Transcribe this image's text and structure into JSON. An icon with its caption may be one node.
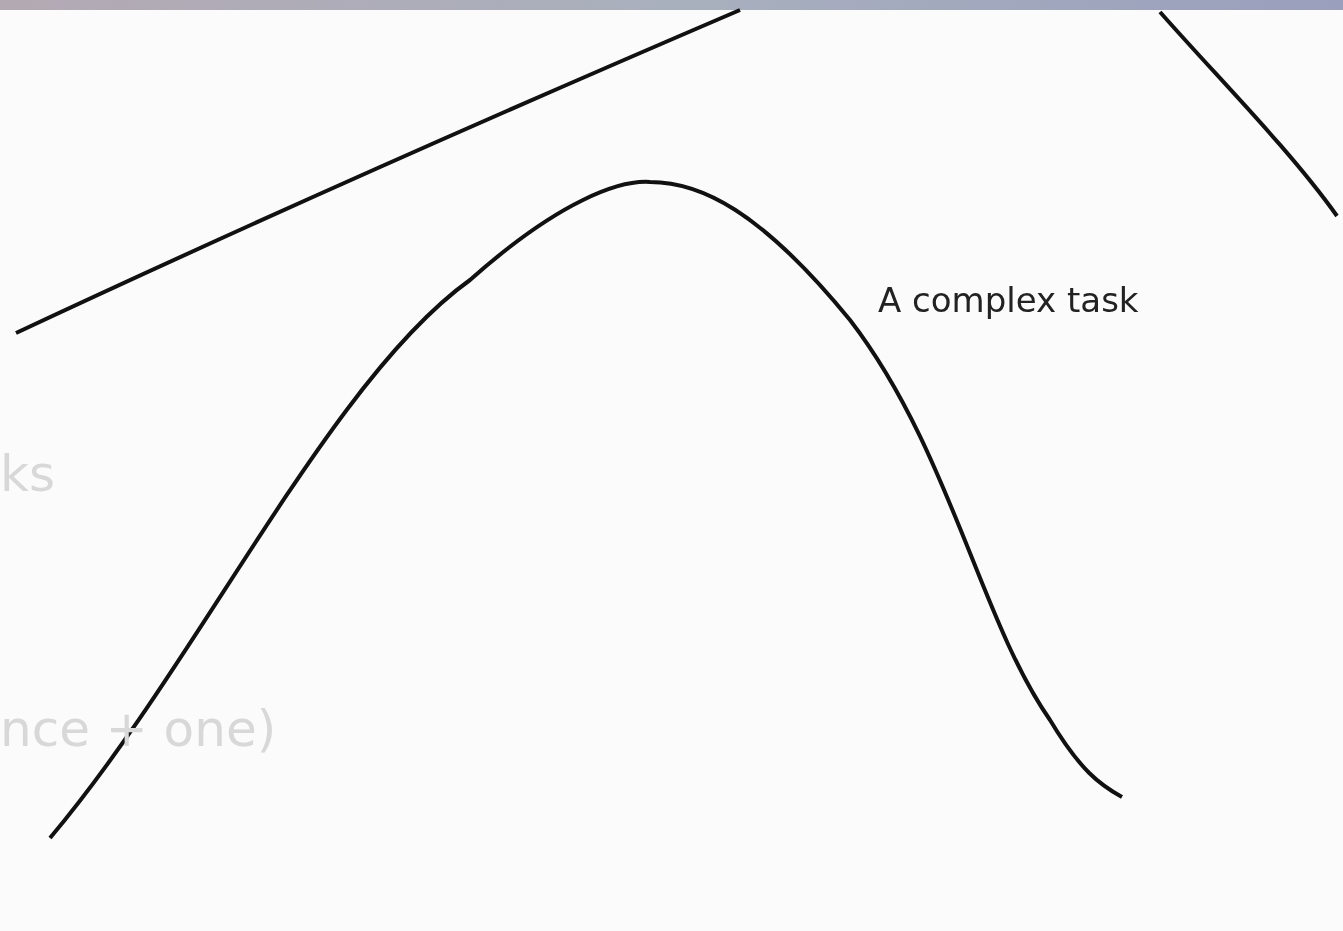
{
  "diagram": {
    "labels": [
      "A complex task",
      "ks",
      "nce + one)"
    ]
  }
}
